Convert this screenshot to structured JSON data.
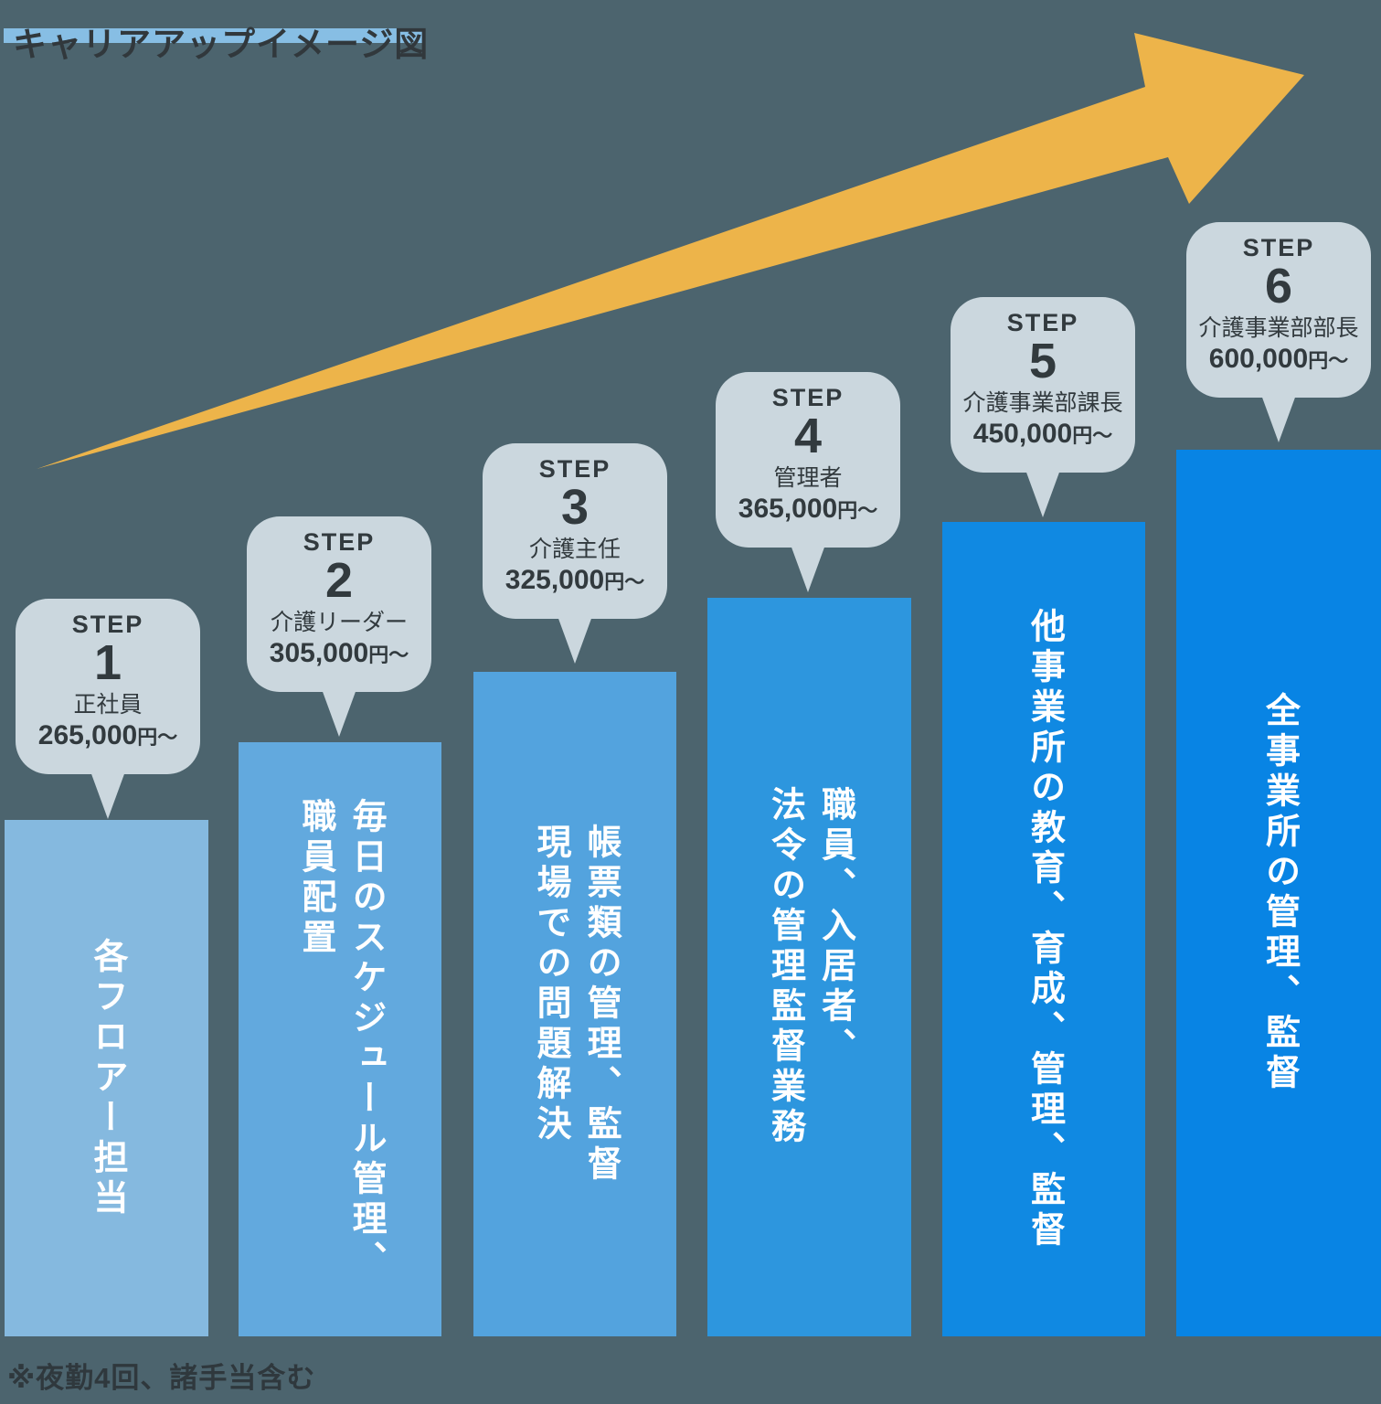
{
  "title": "キャリアアップイメージ図",
  "footnote": "※夜勤4回、諸手当含む",
  "colors": {
    "background": "#4C646E",
    "arrow": "#EDB44A",
    "callout_background": "#CBD7DE",
    "callout_text": "#323A3E",
    "title_text": "#31383C",
    "title_highlight": "#87BEE4",
    "bar_text": "#FFFFFF"
  },
  "steps": [
    {
      "step_label": "STEP",
      "number": "1",
      "title": "正社員",
      "salary_amount": "265,000",
      "salary_suffix": "円〜",
      "duties": "各フロアー担当",
      "bar_color": "#85B9DF"
    },
    {
      "step_label": "STEP",
      "number": "2",
      "title": "介護リーダー",
      "salary_amount": "305,000",
      "salary_suffix": "円〜",
      "duties": "毎日のスケジュール管理、\n職員配置",
      "bar_color": "#62A9DE"
    },
    {
      "step_label": "STEP",
      "number": "3",
      "title": "介護主任",
      "salary_amount": "325,000",
      "salary_suffix": "円〜",
      "duties": "帳票類の管理、監督\n現場での問題解決",
      "bar_color": "#53A3DE"
    },
    {
      "step_label": "STEP",
      "number": "4",
      "title": "管理者",
      "salary_amount": "365,000",
      "salary_suffix": "円〜",
      "duties": "職員、入居者、\n法令の管理監督業務",
      "bar_color": "#2D96DE"
    },
    {
      "step_label": "STEP",
      "number": "5",
      "title": "介護事業部課長",
      "salary_amount": "450,000",
      "salary_suffix": "円〜",
      "duties": "他事業所の教育、育成、管理、監督",
      "bar_color": "#1089E2"
    },
    {
      "step_label": "STEP",
      "number": "6",
      "title": "介護事業部部長",
      "salary_amount": "600,000",
      "salary_suffix": "円〜",
      "duties": "全事業所の管理、監督",
      "bar_color": "#0884E4"
    }
  ]
}
